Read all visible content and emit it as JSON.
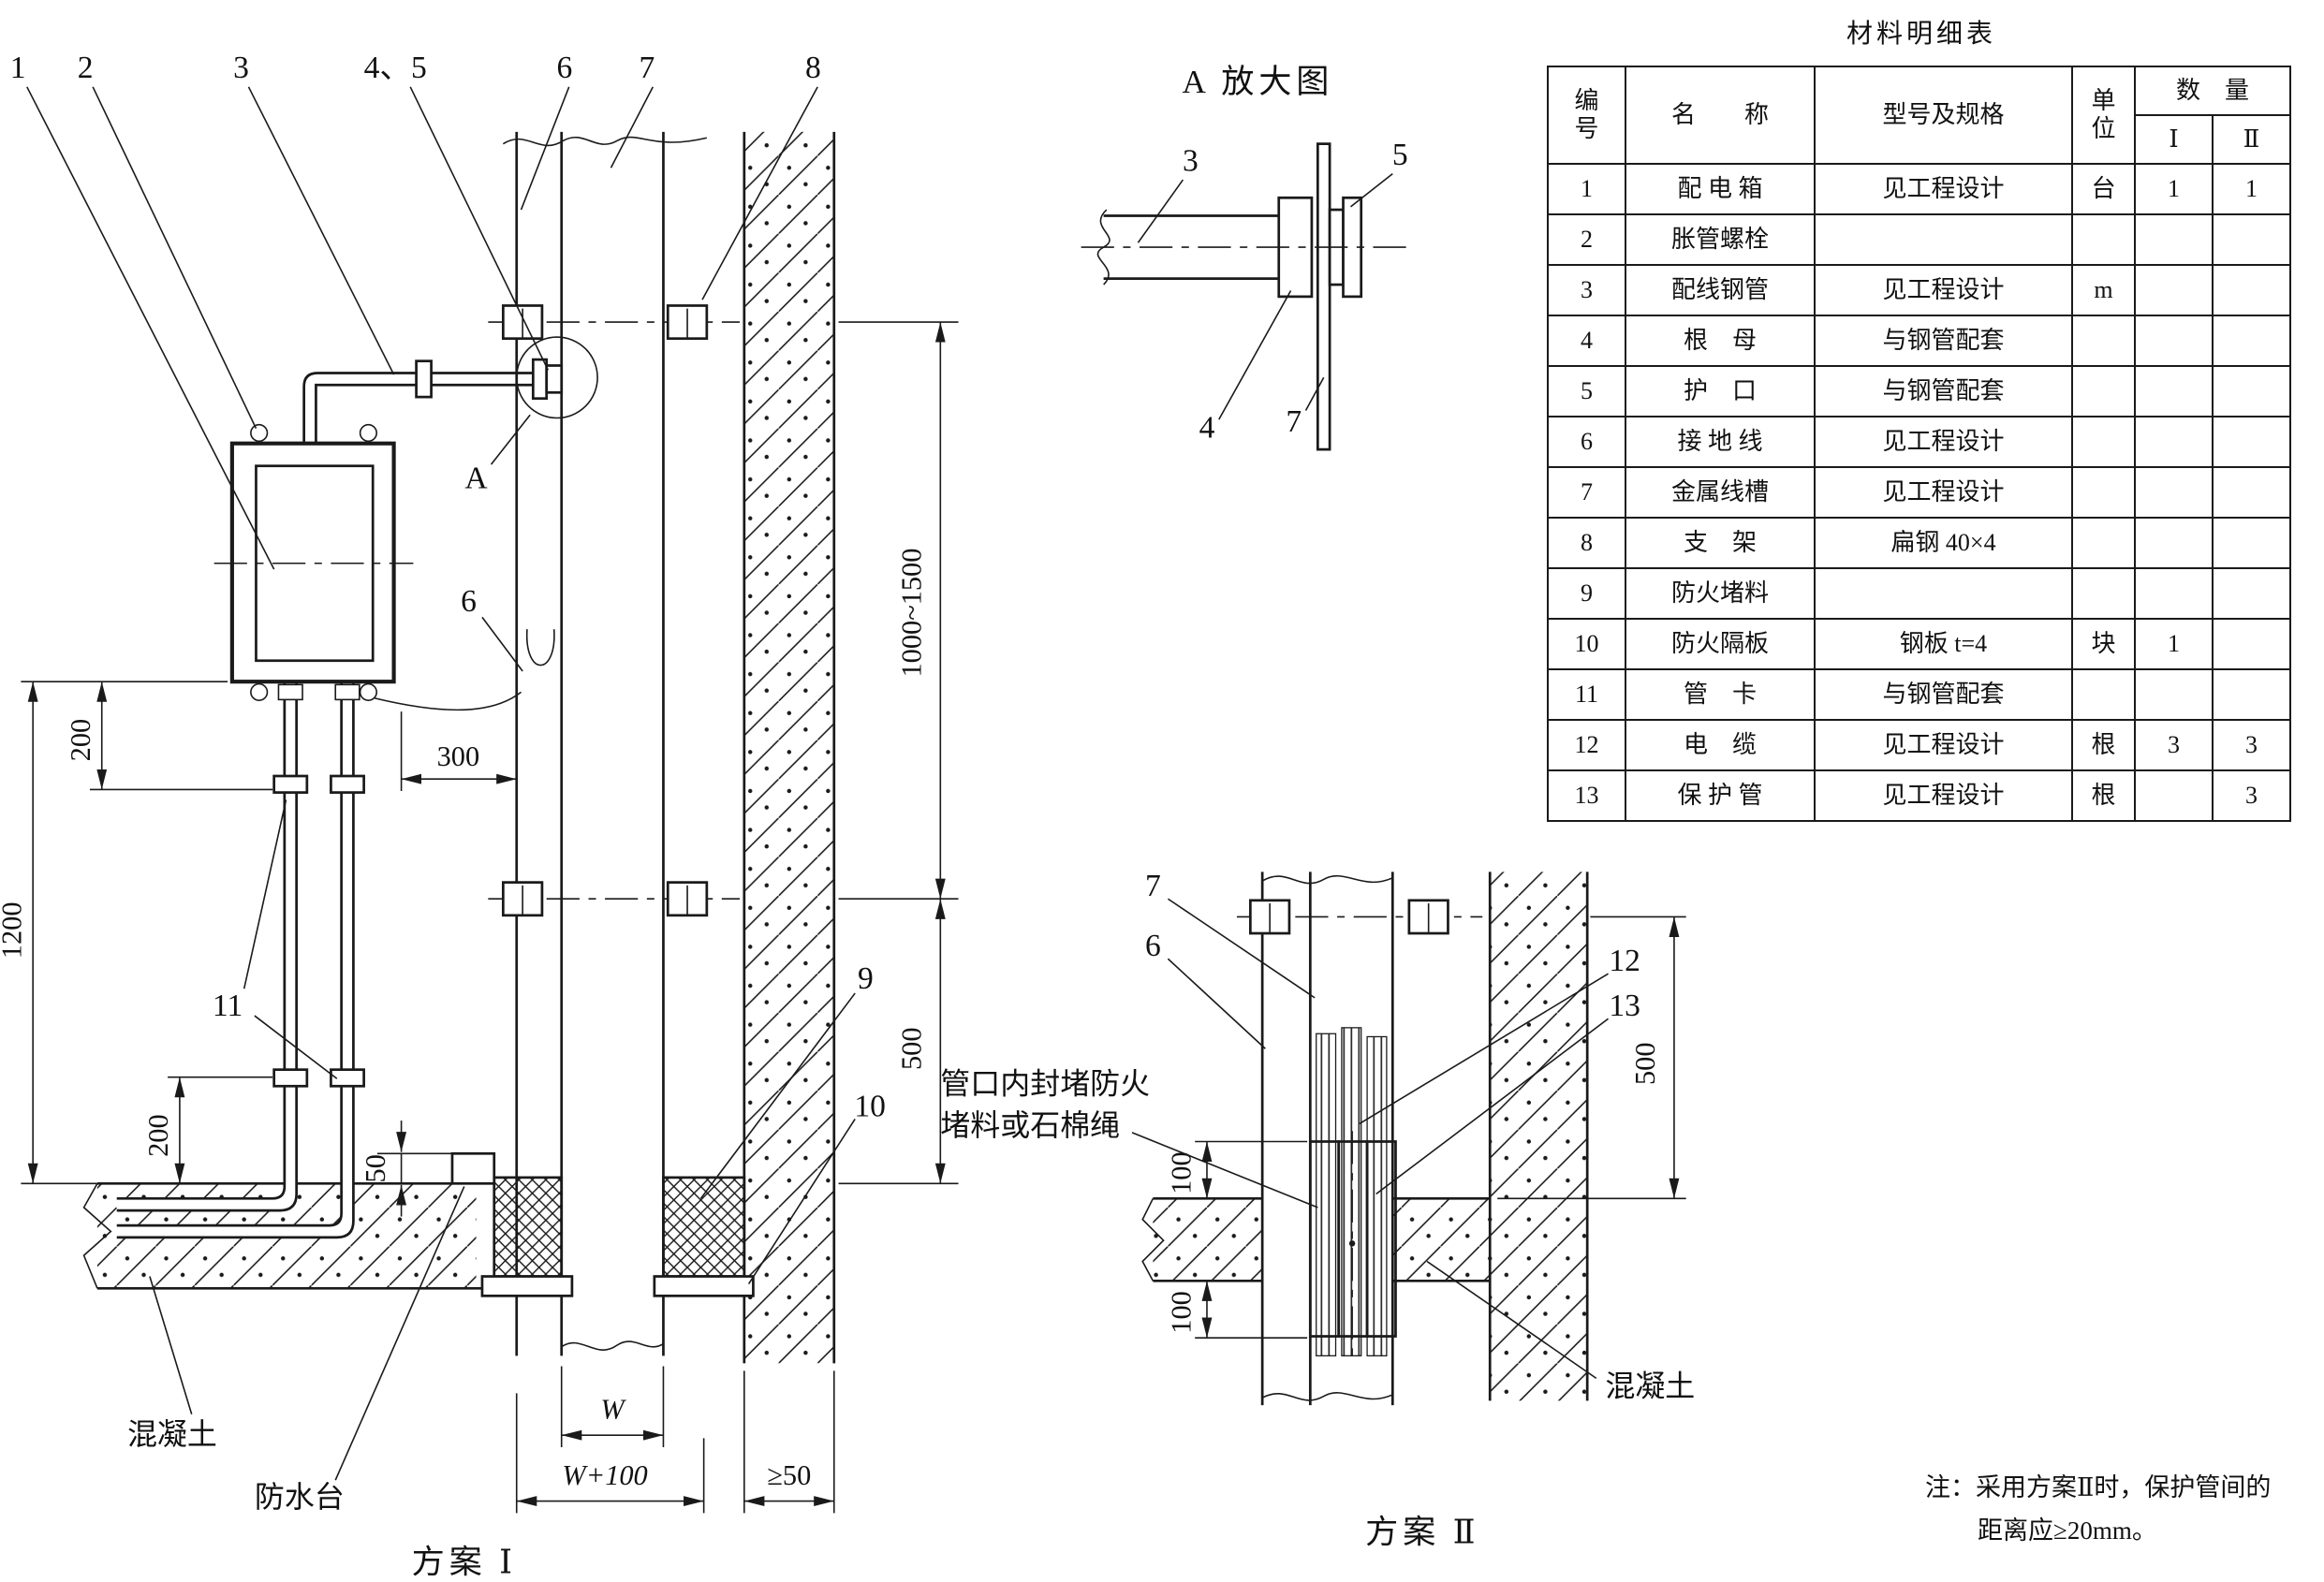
{
  "table": {
    "title": "材料明细表",
    "headers": {
      "no": "编\n号",
      "name": "名　　称",
      "spec": "型号及规格",
      "unit": "单\n位",
      "qty": "数　量",
      "q1": "Ⅰ",
      "q2": "Ⅱ"
    },
    "rows": [
      {
        "no": "1",
        "name": "配 电 箱",
        "spec": "见工程设计",
        "unit": "台",
        "q1": "1",
        "q2": "1"
      },
      {
        "no": "2",
        "name": "胀管螺栓",
        "spec": "",
        "unit": "",
        "q1": "",
        "q2": ""
      },
      {
        "no": "3",
        "name": "配线钢管",
        "spec": "见工程设计",
        "unit": "m",
        "q1": "",
        "q2": ""
      },
      {
        "no": "4",
        "name": "根　母",
        "spec": "与钢管配套",
        "unit": "",
        "q1": "",
        "q2": ""
      },
      {
        "no": "5",
        "name": "护　口",
        "spec": "与钢管配套",
        "unit": "",
        "q1": "",
        "q2": ""
      },
      {
        "no": "6",
        "name": "接 地 线",
        "spec": "见工程设计",
        "unit": "",
        "q1": "",
        "q2": ""
      },
      {
        "no": "7",
        "name": "金属线槽",
        "spec": "见工程设计",
        "unit": "",
        "q1": "",
        "q2": ""
      },
      {
        "no": "8",
        "name": "支　架",
        "spec": "扁钢 40×4",
        "unit": "",
        "q1": "",
        "q2": ""
      },
      {
        "no": "9",
        "name": "防火堵料",
        "spec": "",
        "unit": "",
        "q1": "",
        "q2": ""
      },
      {
        "no": "10",
        "name": "防火隔板",
        "spec": "钢板 t=4",
        "unit": "块",
        "q1": "1",
        "q2": ""
      },
      {
        "no": "11",
        "name": "管　卡",
        "spec": "与钢管配套",
        "unit": "",
        "q1": "",
        "q2": ""
      },
      {
        "no": "12",
        "name": "电　缆",
        "spec": "见工程设计",
        "unit": "根",
        "q1": "3",
        "q2": "3"
      },
      {
        "no": "13",
        "name": "保 护 管",
        "spec": "见工程设计",
        "unit": "根",
        "q1": "",
        "q2": "3"
      }
    ]
  },
  "note": {
    "line1": "注：采用方案Ⅱ时，保护管间的",
    "line2": "距离应≥20mm。"
  },
  "scheme1": {
    "caption": "方案 Ⅰ",
    "callouts": {
      "c1": "1",
      "c2": "2",
      "c3": "3",
      "c45": "4、5",
      "c6top": "6",
      "c7": "7",
      "c8": "8",
      "cA": "A",
      "c6mid": "6",
      "c11": "11",
      "c9": "9",
      "c10": "10"
    },
    "dims": {
      "d200top": "200",
      "d1200": "1200",
      "d200bot": "200",
      "d300": "300",
      "d50": "50",
      "drange": "1000~1500",
      "d500": "500",
      "dw": "W",
      "dw100": "W+100",
      "dge50": "≥50"
    },
    "texts": {
      "concrete": "混凝土",
      "waterproof": "防水台"
    }
  },
  "detailA": {
    "title": "A 放大图",
    "callouts": {
      "c3": "3",
      "c5": "5",
      "c4": "4",
      "c7": "7"
    }
  },
  "scheme2": {
    "caption": "方案 Ⅱ",
    "callouts": {
      "c7": "7",
      "c6": "6",
      "c12": "12",
      "c13": "13"
    },
    "dims": {
      "d100top": "100",
      "d100bot": "100",
      "d500": "500"
    },
    "texts": {
      "seal1": "管口内封堵防火",
      "seal2": "堵料或石棉绳",
      "concrete": "混凝土"
    }
  }
}
